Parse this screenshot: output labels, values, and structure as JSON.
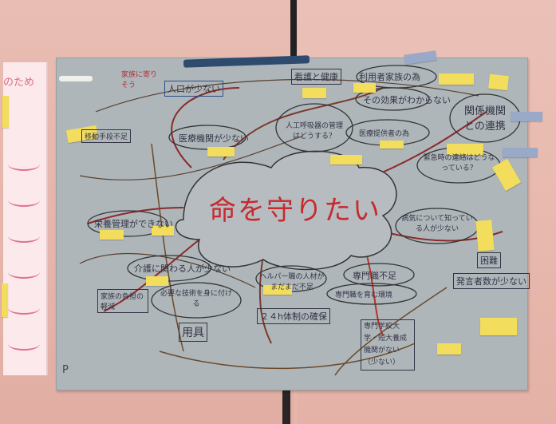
{
  "poster": {
    "center": "命を守りたい",
    "nodes": [
      "人口が少ない",
      "医療機関が少ない",
      "人工呼吸器の管理はどうする？",
      "看護と健康",
      "利用者家族の為",
      "その効果がわからない",
      "関係機関との連携",
      "医療提供者の為",
      "緊急時の連絡はどうなっている？",
      "病気について知っている人が少ない",
      "困難",
      "発言者数が少ない",
      "専門職不足",
      "専門職を育む環境",
      "ヘルパー職の人材がまだまだ不足",
      "２４h体制の確保",
      "栄養管理ができない",
      "介護に関わる人が少ない",
      "必要な技術を身に付ける",
      "用具",
      "専門学校大学・短大養成機関がない（少ない）",
      "家族の負担の軽減",
      "移動手段不足",
      "家族に寄りそう"
    ],
    "side_label": "のため",
    "corner_mark": "P"
  }
}
